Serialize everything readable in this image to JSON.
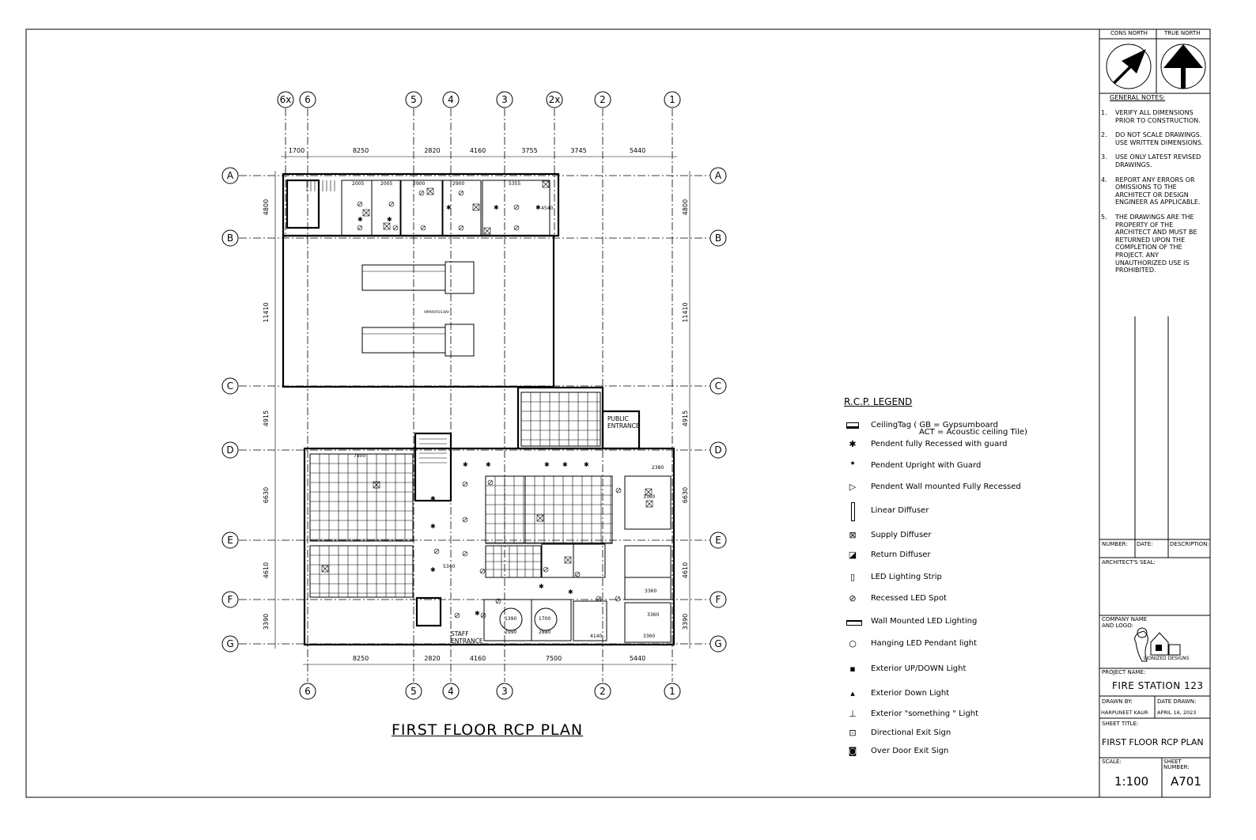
{
  "drawing": {
    "title": "FIRST FLOOR RCP PLAN",
    "grid_columns_top": [
      "6x",
      "6",
      "5",
      "4",
      "3",
      "2x",
      "2",
      "1"
    ],
    "grid_columns_bottom": [
      "6",
      "5",
      "4",
      "3",
      "2",
      "1"
    ],
    "grid_rows": [
      "A",
      "B",
      "C",
      "D",
      "E",
      "F",
      "G"
    ],
    "top_dimensions": [
      "1700",
      "8250",
      "2820",
      "4160",
      "3755",
      "3745",
      "5440"
    ],
    "bottom_dimensions": [
      "8250",
      "2820",
      "4160",
      "7500",
      "5440"
    ],
    "side_dimensions": [
      "4800",
      "11410",
      "4915",
      "6630",
      "4610",
      "3390"
    ],
    "room_dimensions": [
      "2005",
      "2005",
      "2900",
      "2900",
      "5355",
      "4540",
      "7800",
      "5340",
      "2380",
      "3360",
      "3360",
      "3360",
      "1390",
      "1700",
      "2990",
      "2880",
      "4140",
      "3360"
    ],
    "labels": {
      "public_entrance": [
        "PUBLIC",
        "ENTRANCE"
      ],
      "staff_entrance": [
        "STAFF",
        "ENTRANCE"
      ],
      "apparatus_bay": "APPARATUS BAY"
    }
  },
  "legend": {
    "title": "R.C.P.  LEGEND",
    "items": [
      {
        "icon": "ceiling-tag",
        "label": "CeilingTag ( GB = Gypsumboard",
        "label2": "ACT = Acoustic ceiling Tile)"
      },
      {
        "icon": "pendent-recessed-guard",
        "label": "Pendent fully Recessed with guard"
      },
      {
        "icon": "pendent-upright-guard",
        "label": "Pendent Upright with Guard"
      },
      {
        "icon": "pendent-wall-mounted",
        "label": "Pendent Wall mounted Fully Recessed"
      },
      {
        "icon": "linear-diffuser",
        "label": "Linear Diffuser"
      },
      {
        "icon": "supply-diffuser",
        "label": "Supply Diffuser"
      },
      {
        "icon": "return-diffuser",
        "label": "Return Diffuser"
      },
      {
        "icon": "led-strip",
        "label": "LED Lighting Strip"
      },
      {
        "icon": "recessed-led-spot",
        "label": "Recessed LED Spot"
      },
      {
        "icon": "wall-mounted-led",
        "label": "Wall Mounted LED Lighting"
      },
      {
        "icon": "hanging-pendant",
        "label": "Hanging LED Pendant light"
      },
      {
        "icon": "exterior-up-down",
        "label": "Exterior UP/DOWN Light"
      },
      {
        "icon": "exterior-down",
        "label": "Exterior Down Light"
      },
      {
        "icon": "exterior-something",
        "label": "Exterior \"something \" Light"
      },
      {
        "icon": "directional-exit",
        "label": "Directional Exit Sign"
      },
      {
        "icon": "over-door-exit",
        "label": "Over Door Exit Sign"
      }
    ]
  },
  "title_block": {
    "cons_north": "CONS NORTH",
    "true_north": "TRUE NORTH",
    "general_notes_title": "GENERAL NOTES:",
    "notes": [
      {
        "num": "1.",
        "text": [
          "VERIFY ALL DIMENSIONS",
          "PRIOR TO CONSTRUCTION."
        ]
      },
      {
        "num": "2.",
        "text": [
          "DO NOT SCALE DRAWINGS.",
          "USE WRITTEN DIMENSIONS."
        ]
      },
      {
        "num": "3.",
        "text": [
          "USE ONLY LATEST REVISED",
          "DRAWINGS."
        ]
      },
      {
        "num": "4.",
        "text": [
          "REPORT ANY ERRORS OR",
          "OMISSIONS TO THE",
          "ARCHITECT OR DESIGN",
          "ENGINEER AS APPLICABLE."
        ]
      },
      {
        "num": "5.",
        "text": [
          "THE DRAWINGS ARE THE",
          "PROPERTY OF THE",
          "ARCHITECT AND MUST BE",
          "RETURNED UPON THE",
          "COMPLETION OF THE",
          "PROJECT. ANY",
          "UNAUTHORIZED USE IS",
          "PROHIBITED."
        ]
      }
    ],
    "rev_number": "NUMBER:",
    "rev_date": "DATE:",
    "rev_description": "DESCRIPTION:",
    "architects_seal": "ARCHITECT'S SEAL:",
    "company_label": [
      "COMPANY NAME",
      "AND LOGO:"
    ],
    "company_name": "LIONIZED DESIGNS",
    "project_name_label": "PROJECT NAME:",
    "project_name": "FIRE STATION 123",
    "drawn_by_label": "DRAWN BY:",
    "drawn_by": "HARPUNEET KAUR",
    "date_drawn_label": "DATE DRAWN:",
    "date_drawn": "APRIL 16, 2023",
    "sheet_title_label": "SHEET TITLE:",
    "sheet_title": "FIRST FLOOR RCP PLAN",
    "scale_label": "SCALE:",
    "scale": "1:100",
    "sheet_number_label": [
      "SHEET",
      "NUMBER:"
    ],
    "sheet_number": "A701"
  }
}
